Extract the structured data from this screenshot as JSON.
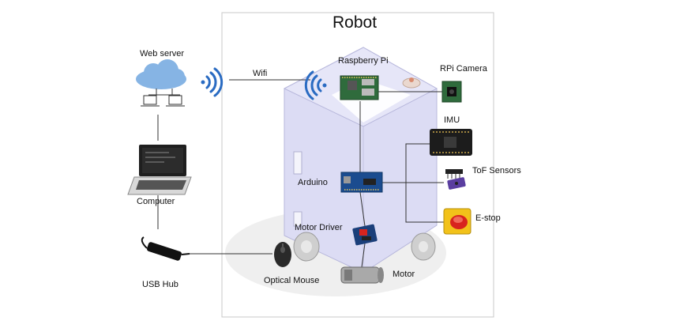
{
  "robot_title": "Robot",
  "labels": {
    "web_server": "Web server",
    "wifi": "Wifi",
    "raspberry_pi": "Raspberry Pi",
    "rpi_camera": "RPi Camera",
    "imu": "IMU",
    "tof_sensors": "ToF Sensors",
    "arduino": "Arduino",
    "e_stop": "E-stop",
    "motor_driver": "Motor Driver",
    "computer": "Computer",
    "usb_hub": "USB Hub",
    "optical_mouse": "Optical Mouse",
    "motor": "Motor"
  },
  "colors": {
    "robot_body": "#dcdcf4",
    "board_green": "#2f6b3c",
    "arduino_blue": "#1b4c8f",
    "cloud": "#86b4e4",
    "wifi_signal": "#2a6bc2",
    "estop_yellow": "#f2c21a",
    "estop_red": "#d8241e"
  }
}
